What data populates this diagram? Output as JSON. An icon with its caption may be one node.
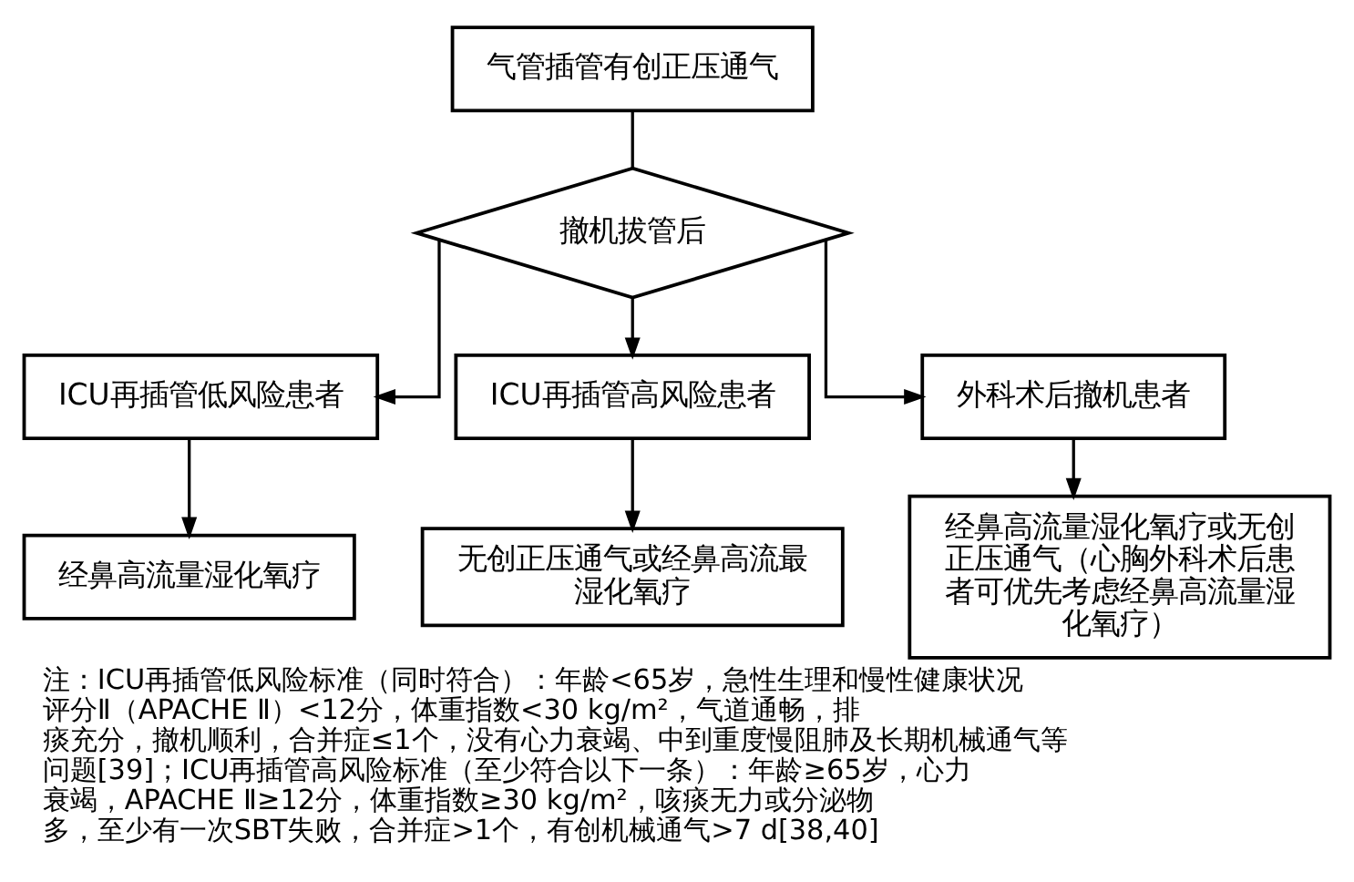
{
  "diagram": {
    "caption": "注：ICU再插管低风险标准（同时符合）：年龄<65岁，急性生理和慢性健康状况评分Ⅱ（APACHE Ⅱ）<12分，体重指数<30 kg/m²，气道通畅，排痰充分，撤机顺利，合并症≤1个，没有心力衰竭、中到重度慢阻肺及长期机械通气等问题[39]；ICU再插管高风险标准（至少符合以下一条）：年龄≥65岁，心力衰竭，APACHE Ⅱ≥12分，体重指数≥30 kg/m²，咳痰无力或分泌物多，至少有一次SBT失败，合并症>1个，有创机械通气>7 d[38,40]",
    "nodes": [
      {
        "text": [
          "气管插管有创正压通气"
        ]
      },
      {
        "text": [
          "撤机拔管后"
        ]
      },
      {
        "text": [
          "ICU再插管低风险患者"
        ]
      },
      {
        "text": [
          "ICU再插管高风险患者"
        ]
      },
      {
        "text": [
          "外科术后撤机患者"
        ]
      },
      {
        "text": [
          "经鼻高流量湿化氧疗"
        ]
      },
      {
        "text": [
          "无创正压通气或经鼻高流最湿化氧疗"
        ]
      },
      {
        "text": [
          "经鼻高流量湿化氧疗或无创正压通气（心胸外科术后患者可优先考虑经鼻高流量湿化氧疗）"
        ]
      }
    ],
    "edges": [
      {
        "from": 0,
        "to": 1,
        "arrow": "none"
      },
      {
        "from": 1,
        "to": 2,
        "arrow": "to"
      },
      {
        "from": 1,
        "to": 3,
        "arrow": "to"
      },
      {
        "from": 1,
        "to": 4,
        "arrow": "to"
      },
      {
        "from": 2,
        "to": 5,
        "arrow": "to"
      },
      {
        "from": 3,
        "to": 6,
        "arrow": "to"
      },
      {
        "from": 4,
        "to": 7,
        "arrow": "to"
      }
    ]
  }
}
